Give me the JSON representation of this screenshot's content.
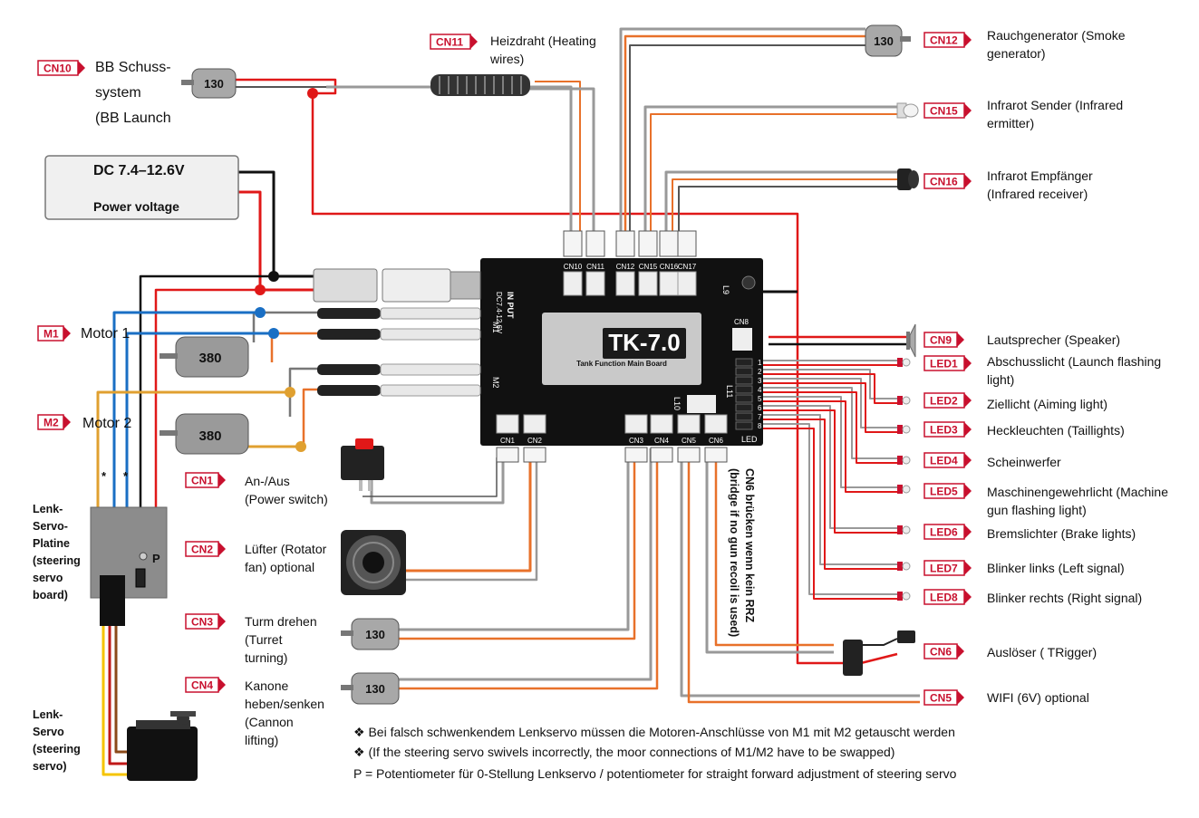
{
  "board": {
    "title": "TK-7.0",
    "subtitle": "Tank Function Main Board",
    "input_label": "IN PUT",
    "input_voltage": "DC7.4-12.6V"
  },
  "power": {
    "line1": "DC 7.4–12.6V",
    "line2": "Power voltage"
  },
  "motor_label": "380",
  "small_motor_label": "130",
  "connectors_left": [
    {
      "tag": "CN10",
      "lines": [
        "BB Schuss-",
        "system",
        "(BB Launch"
      ]
    },
    {
      "tag": "M1",
      "lines": [
        "Motor 1"
      ]
    },
    {
      "tag": "M2",
      "lines": [
        "Motor 2"
      ]
    },
    {
      "tag": "CN1",
      "lines": [
        "An-/Aus",
        "(Power switch)"
      ]
    },
    {
      "tag": "CN2",
      "lines": [
        "Lüfter (Rotator",
        "fan) optional"
      ]
    },
    {
      "tag": "CN3",
      "lines": [
        "Turm drehen",
        "(Turret",
        "turning)"
      ]
    },
    {
      "tag": "CN4",
      "lines": [
        "Kanone",
        "heben/senken",
        "(Cannon",
        "lifting)"
      ]
    }
  ],
  "connectors_top": [
    {
      "tag": "CN11",
      "lines": [
        "Heizdraht (Heating",
        "wires)"
      ]
    }
  ],
  "connectors_right": [
    {
      "tag": "CN12",
      "lines": [
        "Rauchgenerator (Smoke",
        "generator)"
      ]
    },
    {
      "tag": "CN15",
      "lines": [
        "Infrarot Sender (Infrared",
        "ermitter)"
      ]
    },
    {
      "tag": "CN16",
      "lines": [
        "Infrarot Empfänger",
        "(Infrared receiver)"
      ]
    },
    {
      "tag": "CN9",
      "lines": [
        "Lautsprecher (Speaker)"
      ]
    },
    {
      "tag": "LED1",
      "lines": [
        "Abschusslicht (Launch flashing",
        "light)"
      ]
    },
    {
      "tag": "LED2",
      "lines": [
        "Ziellicht (Aiming light)"
      ]
    },
    {
      "tag": "LED3",
      "lines": [
        "Heckleuchten (Taillights)"
      ]
    },
    {
      "tag": "LED4",
      "lines": [
        "Scheinwerfer"
      ]
    },
    {
      "tag": "LED5",
      "lines": [
        "Maschinengewehrlicht (Machine",
        "gun flashing light)"
      ]
    },
    {
      "tag": "LED6",
      "lines": [
        "Bremslichter (Brake lights)"
      ]
    },
    {
      "tag": "LED7",
      "lines": [
        "Blinker links (Left signal)"
      ]
    },
    {
      "tag": "LED8",
      "lines": [
        "Blinker rechts (Right signal)"
      ]
    },
    {
      "tag": "CN6",
      "lines": [
        "Auslöser ( TRigger)"
      ]
    },
    {
      "tag": "CN5",
      "lines": [
        "WIFI (6V) optional"
      ]
    }
  ],
  "header_pins_top": [
    "CN10",
    "CN11",
    "CN12",
    "CN15",
    "CN16",
    "CN17"
  ],
  "header_pins_bottom": [
    "CN1",
    "CN2",
    "CN3",
    "CN4",
    "CN5",
    "CN6"
  ],
  "board_small": {
    "l9": "L9",
    "cn8": "CN8",
    "l10": "L10",
    "l11": "L11",
    "led": "LED"
  },
  "led_numbers": [
    "1",
    "2",
    "3",
    "4",
    "5",
    "6",
    "7",
    "8"
  ],
  "cn6_note": [
    "CN6 brücken wenn kein RRZ",
    "(bridge if no gun recoil is used)"
  ],
  "steering_board": {
    "lines": [
      "Lenk-",
      "Servo-",
      "Platine",
      "(steering",
      "servo",
      "board)"
    ],
    "p_label": "P",
    "stars": [
      "*",
      "*"
    ]
  },
  "steering_servo": {
    "lines": [
      "Lenk-",
      "Servo",
      "(steering",
      "servo)"
    ]
  },
  "notes": [
    "❖  Bei falsch schwenkendem Lenkservo müssen die Motoren-Anschlüsse von M1 mit M2 getauscht werden",
    "❖  (If the steering servo swivels incorrectly, the moor connections of M1/M2 have to be swapped)",
    "P = Potentiometer für 0-Stellung Lenkservo / potentiometer for straight forward adjustment of steering servo"
  ],
  "colors": {
    "red_wire": "#e01818",
    "black_wire": "#111111",
    "blue_wire": "#1a6fc4",
    "yellow_wire": "#e0a030",
    "orange_wire": "#e8712a",
    "tag_red": "#c8102e",
    "board": "#111111"
  }
}
